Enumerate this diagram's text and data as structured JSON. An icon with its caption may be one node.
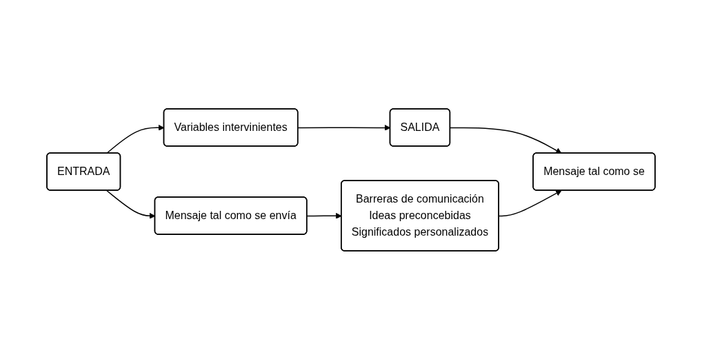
{
  "diagram": {
    "nodes": [
      {
        "text": [
          "ENTRADA"
        ]
      },
      {
        "text": [
          "Variables intervinientes"
        ]
      },
      {
        "text": [
          "SALIDA"
        ]
      },
      {
        "text": [
          "Mensaje tal como se envía"
        ]
      },
      {
        "text": [
          "Barreras de comunicación",
          "Ideas preconcebidas",
          "Significados personalizados"
        ]
      },
      {
        "text": [
          "Mensaje tal como se"
        ]
      }
    ],
    "edges": [
      {
        "from": 0,
        "to": 1,
        "arrow": "to"
      },
      {
        "from": 1,
        "to": 2,
        "arrow": "to"
      },
      {
        "from": 0,
        "to": 3,
        "arrow": "to"
      },
      {
        "from": 2,
        "to": 5,
        "arrow": "to"
      },
      {
        "from": 3,
        "to": 4,
        "arrow": "to"
      },
      {
        "from": 4,
        "to": 5,
        "arrow": "to"
      }
    ]
  }
}
